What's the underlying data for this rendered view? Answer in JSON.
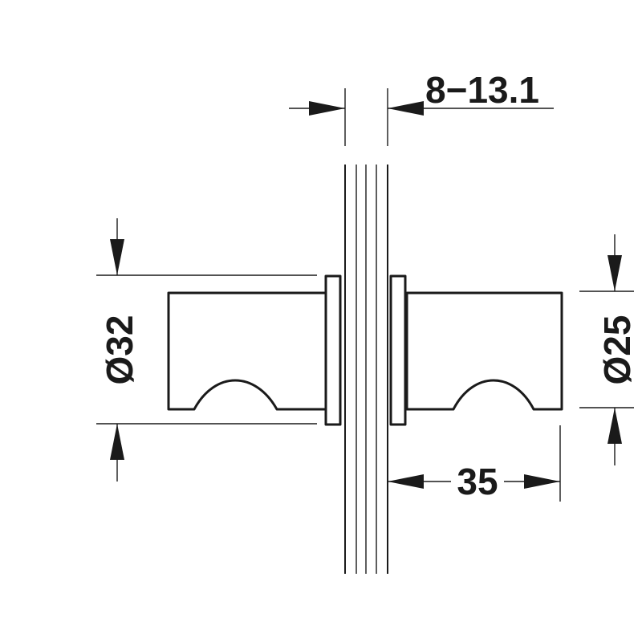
{
  "dimensions": {
    "glass_thickness": "8−13.1",
    "outer_diameter": "Ø32",
    "inner_diameter": "Ø25",
    "projection": "35"
  }
}
